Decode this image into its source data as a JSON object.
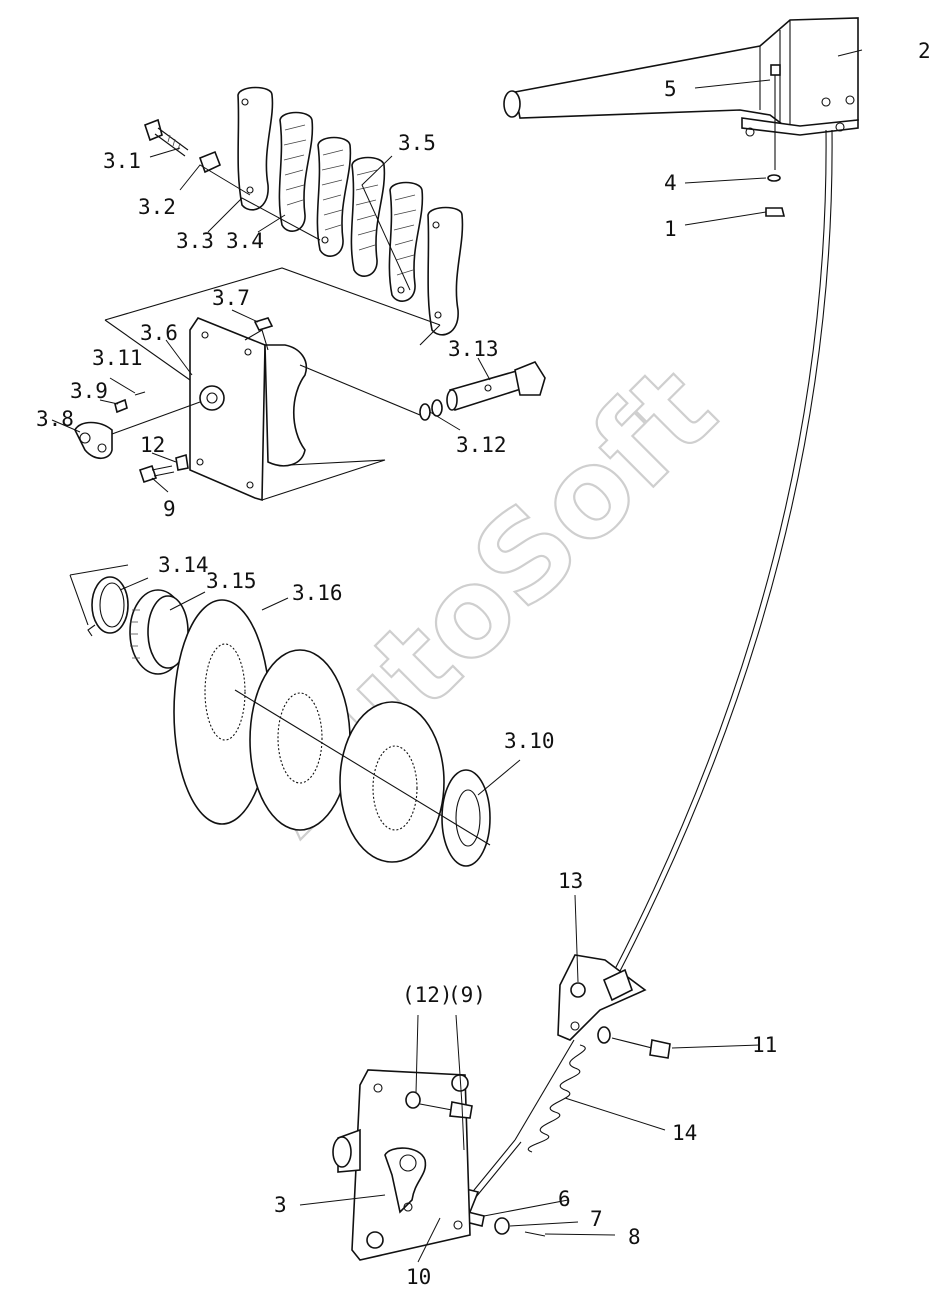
{
  "watermark": "AutoSoft",
  "labels": {
    "l1": "1",
    "l2": "2",
    "l3": "3",
    "l4": "4",
    "l5": "5",
    "l6": "6",
    "l7": "7",
    "l8": "8",
    "l9": "9",
    "l10": "10",
    "l11": "11",
    "l12p": "(12)",
    "l9p": "(9)",
    "l13": "13",
    "l14": "14",
    "l12": "12",
    "l9b": "9",
    "s31": "3.1",
    "s32": "3.2",
    "s33": "3.3",
    "s34": "3.4",
    "s35": "3.5",
    "s36": "3.6",
    "s37": "3.7",
    "s38": "3.8",
    "s39": "3.9",
    "s310": "3.10",
    "s311": "3.11",
    "s312": "3.12",
    "s313": "3.13",
    "s314": "3.14",
    "s315": "3.15",
    "s316": "3.16"
  }
}
